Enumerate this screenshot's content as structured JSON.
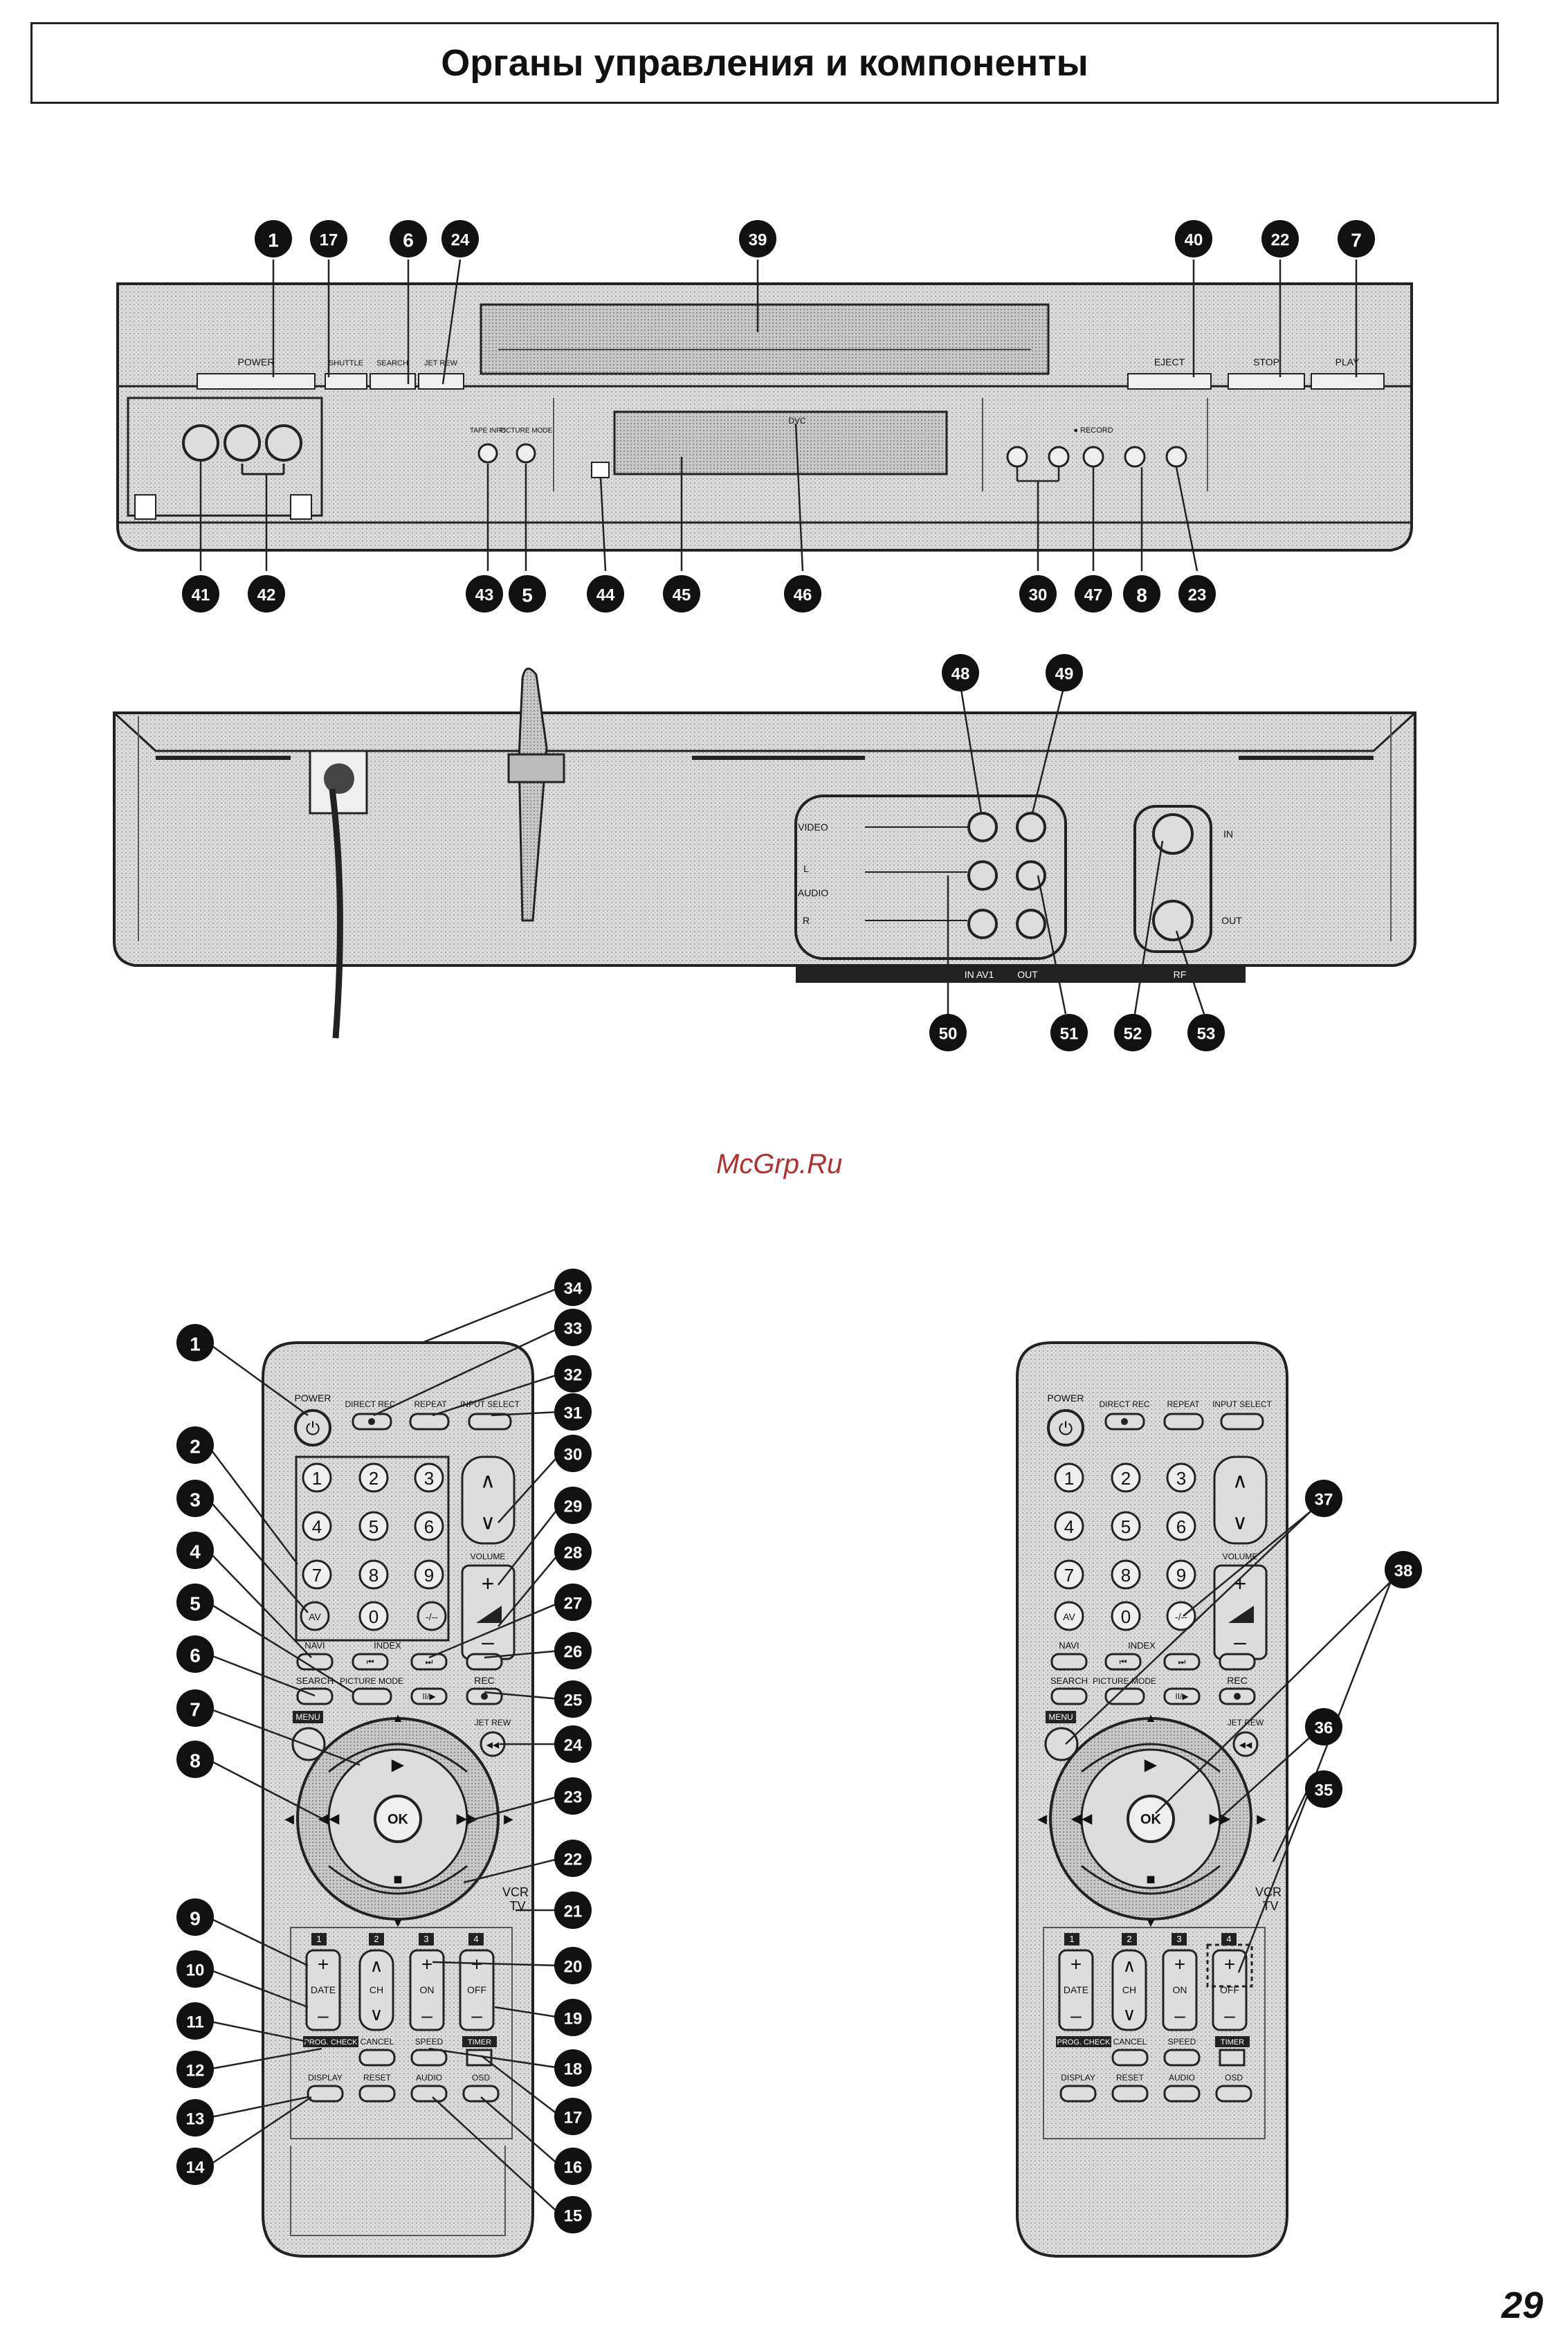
{
  "page": {
    "title": "Органы управления и компоненты",
    "watermark": "McGrp.Ru",
    "page_number": "29"
  },
  "front_panel": {
    "labels": {
      "power": "POWER",
      "shuttle": "SHUTTLE",
      "search": "SEARCH",
      "jet_rew": "JET REW",
      "eject": "EJECT",
      "stop": "STOP",
      "play": "PLAY",
      "tape_info": "TAPE INFO",
      "picture_mode": "PICTURE MODE",
      "dvc": "DVC",
      "record": "● RECORD"
    },
    "callouts": [
      "1",
      "17",
      "6",
      "24",
      "39",
      "40",
      "22",
      "7",
      "41",
      "42",
      "43",
      "5",
      "44",
      "45",
      "46",
      "30",
      "47",
      "8",
      "23"
    ]
  },
  "rear_panel": {
    "labels": {
      "video": "VIDEO",
      "l": "L",
      "audio": "AUDIO",
      "r": "R",
      "in": "IN",
      "out": "OUT",
      "in_av1": "IN AV1",
      "out_jack": "OUT",
      "rf": "RF"
    },
    "callouts": [
      "48",
      "49",
      "50",
      "51",
      "52",
      "53"
    ]
  },
  "remote": {
    "labels": {
      "power": "POWER",
      "direct_rec": "DIRECT REC",
      "repeat": "REPEAT",
      "input_select": "INPUT SELECT",
      "volume": "VOLUME",
      "navi": "NAVI",
      "index": "INDEX",
      "search": "SEARCH",
      "picture_mode": "PICTURE MODE",
      "rec": "REC",
      "menu": "MENU",
      "jet_rew": "JET REW",
      "ok": "OK",
      "vcr": "VCR",
      "tv": "TV",
      "date": "DATE",
      "ch": "CH",
      "on": "ON",
      "off": "OFF",
      "prog_check": "PROG. CHECK",
      "cancel": "CANCEL",
      "speed": "SPEED",
      "timer": "TIMER",
      "display": "DISPLAY",
      "reset": "RESET",
      "audio": "AUDIO",
      "osd": "OSD",
      "av": "AV",
      "dash": "-/--"
    },
    "digits": [
      "1",
      "2",
      "3",
      "4",
      "5",
      "6",
      "7",
      "8",
      "9",
      "0"
    ],
    "timer_tabs": [
      "1",
      "2",
      "3",
      "4"
    ],
    "callouts_left": [
      "1",
      "2",
      "3",
      "4",
      "5",
      "6",
      "7",
      "8",
      "9",
      "10",
      "11",
      "12",
      "13",
      "14"
    ],
    "callouts_right": [
      "34",
      "33",
      "32",
      "31",
      "30",
      "29",
      "28",
      "27",
      "26",
      "25",
      "24",
      "23",
      "22",
      "21",
      "20",
      "19",
      "18",
      "17",
      "16",
      "15"
    ],
    "callouts_second": [
      "37",
      "38",
      "36",
      "35"
    ]
  }
}
